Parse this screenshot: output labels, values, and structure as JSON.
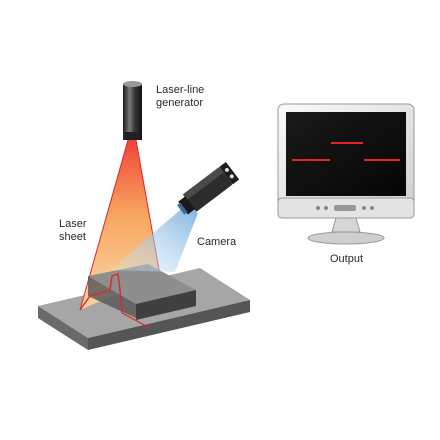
{
  "labels": {
    "laser_line_generator": "Laser-line\ngenerator",
    "laser_sheet": "Laser\nsheet",
    "camera": "Camera",
    "output": "Output"
  },
  "colors": {
    "laser_red": "#e0242a",
    "laser_orange": "#f5a050",
    "camera_beam": "#9ec8e8",
    "monitor_screen": "#0b0b0b",
    "block_dark": "#595959",
    "base_plate": "#8a8a8a"
  },
  "icons": [
    "laser-line-generator-icon",
    "camera-icon",
    "monitor-icon",
    "workpiece-block-icon",
    "base-plate-icon"
  ]
}
